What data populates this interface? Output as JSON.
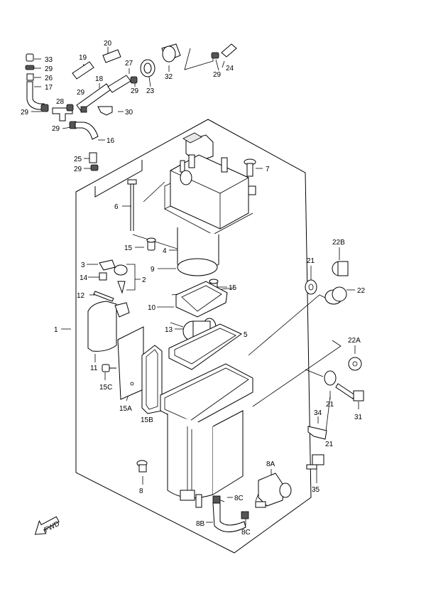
{
  "diagram": {
    "callouts": [
      "33",
      "29",
      "26",
      "17",
      "29",
      "28",
      "19",
      "20",
      "18",
      "29",
      "27",
      "29",
      "23",
      "32",
      "29",
      "24",
      "30",
      "29",
      "16",
      "25",
      "29",
      "7",
      "6",
      "15",
      "4",
      "9",
      "3",
      "14",
      "2",
      "12",
      "10",
      "15",
      "1",
      "13",
      "5",
      "11",
      "15C",
      "15A",
      "15B",
      "21",
      "22B",
      "22",
      "22A",
      "21",
      "31",
      "34",
      "21",
      "8",
      "8A",
      "35",
      "8C",
      "8B",
      "8C"
    ],
    "fwd_label": "FWD"
  }
}
